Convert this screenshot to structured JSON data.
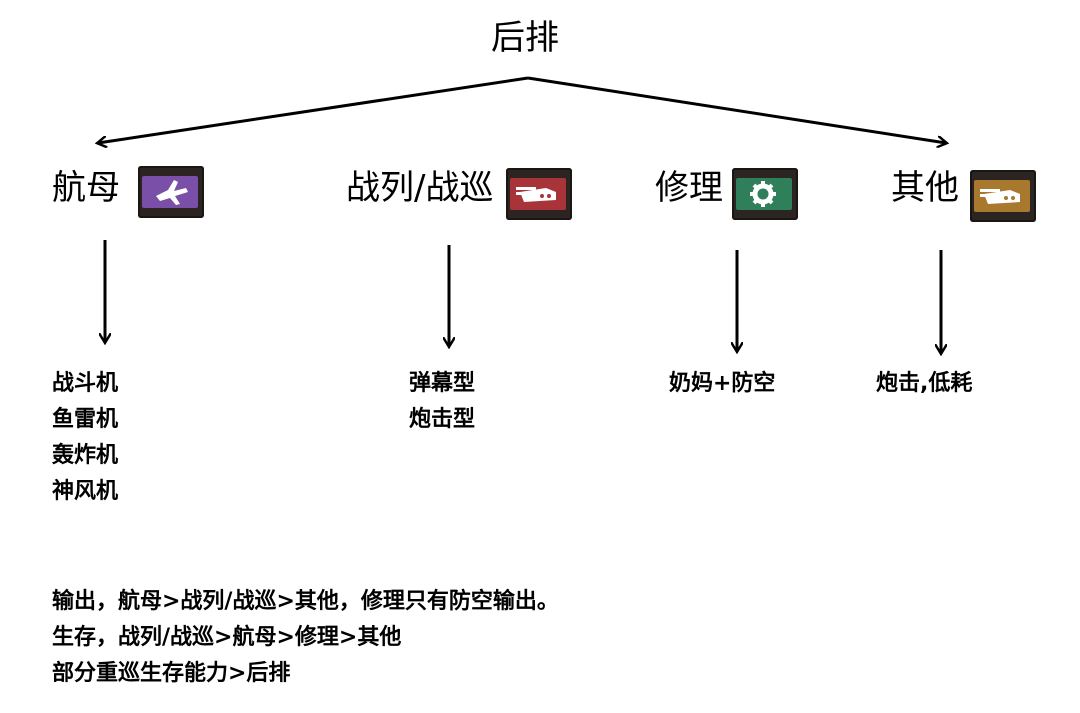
{
  "root": {
    "label": "后排"
  },
  "categories": [
    {
      "label": "航母",
      "icon": "carrier-badge-icon",
      "color": "#7a4fa8",
      "items": [
        "战斗机",
        "鱼雷机",
        "轰炸机",
        "神风机"
      ]
    },
    {
      "label": "战列/战巡",
      "icon": "battleship-badge-icon",
      "color": "#a8343a",
      "items": [
        "弹幕型",
        "炮击型"
      ]
    },
    {
      "label": "修理",
      "icon": "repair-badge-icon",
      "color": "#2f7f5a",
      "items": [
        "奶妈+防空"
      ]
    },
    {
      "label": "其他",
      "icon": "other-badge-icon",
      "color": "#a8782f",
      "items": [
        "炮击,低耗"
      ]
    }
  ],
  "notes": [
    "输出，航母>战列/战巡>其他，修理只有防空输出。",
    "生存，战列/战巡>航母>修理>其他",
    "部分重巡生存能力>后排"
  ]
}
